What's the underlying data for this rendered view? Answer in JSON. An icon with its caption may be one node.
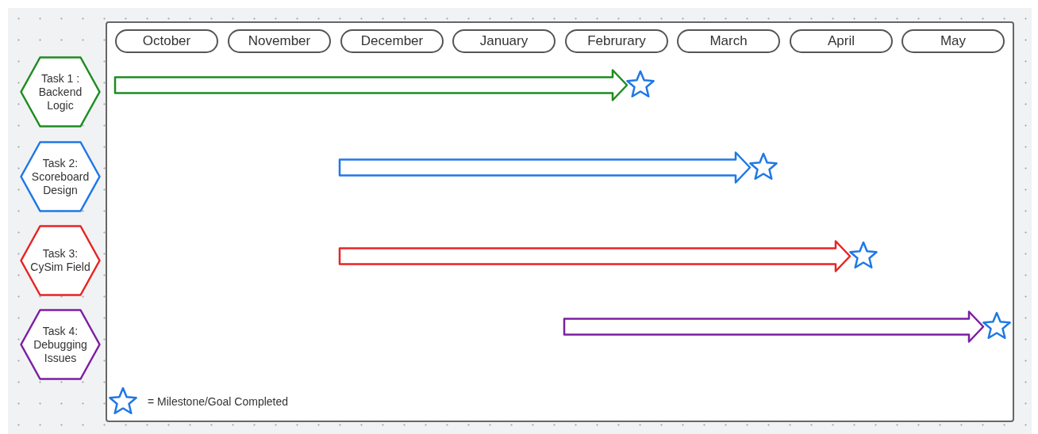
{
  "diagram": {
    "nodes": [
      {
        "text": [
          "October"
        ]
      },
      {
        "text": [
          "November"
        ]
      },
      {
        "text": [
          "December"
        ]
      },
      {
        "text": [
          "January"
        ]
      },
      {
        "text": [
          "Februrary"
        ]
      },
      {
        "text": [
          "March"
        ]
      },
      {
        "text": [
          "April"
        ]
      },
      {
        "text": [
          "May"
        ]
      },
      {
        "text": [
          "Task 1 : Backend Logic"
        ]
      },
      {
        "text": [],
        "shape": "star"
      },
      {
        "text": [
          "Task 2: Scoreboard Design"
        ]
      },
      {
        "text": [],
        "shape": "star"
      },
      {
        "text": [
          "Task 3: CySim Field"
        ]
      },
      {
        "text": [],
        "shape": "star"
      },
      {
        "text": [
          "Task 4: Debugging Issues"
        ]
      },
      {
        "text": [],
        "shape": "star"
      }
    ],
    "edges": [
      {
        "from": null,
        "to": 9,
        "arrow": "to",
        "style": "thick",
        "color": "#1e8c22"
      },
      {
        "from": null,
        "to": 11,
        "arrow": "to",
        "style": "thick",
        "color": "#1f78e6"
      },
      {
        "from": null,
        "to": 13,
        "arrow": "to",
        "style": "thick",
        "color": "#e82424"
      },
      {
        "from": null,
        "to": 15,
        "arrow": "to",
        "style": "thick",
        "color": "#7b1fa2"
      }
    ],
    "legend": [
      {
        "text": "= Milestone/Goal Completed"
      }
    ]
  }
}
